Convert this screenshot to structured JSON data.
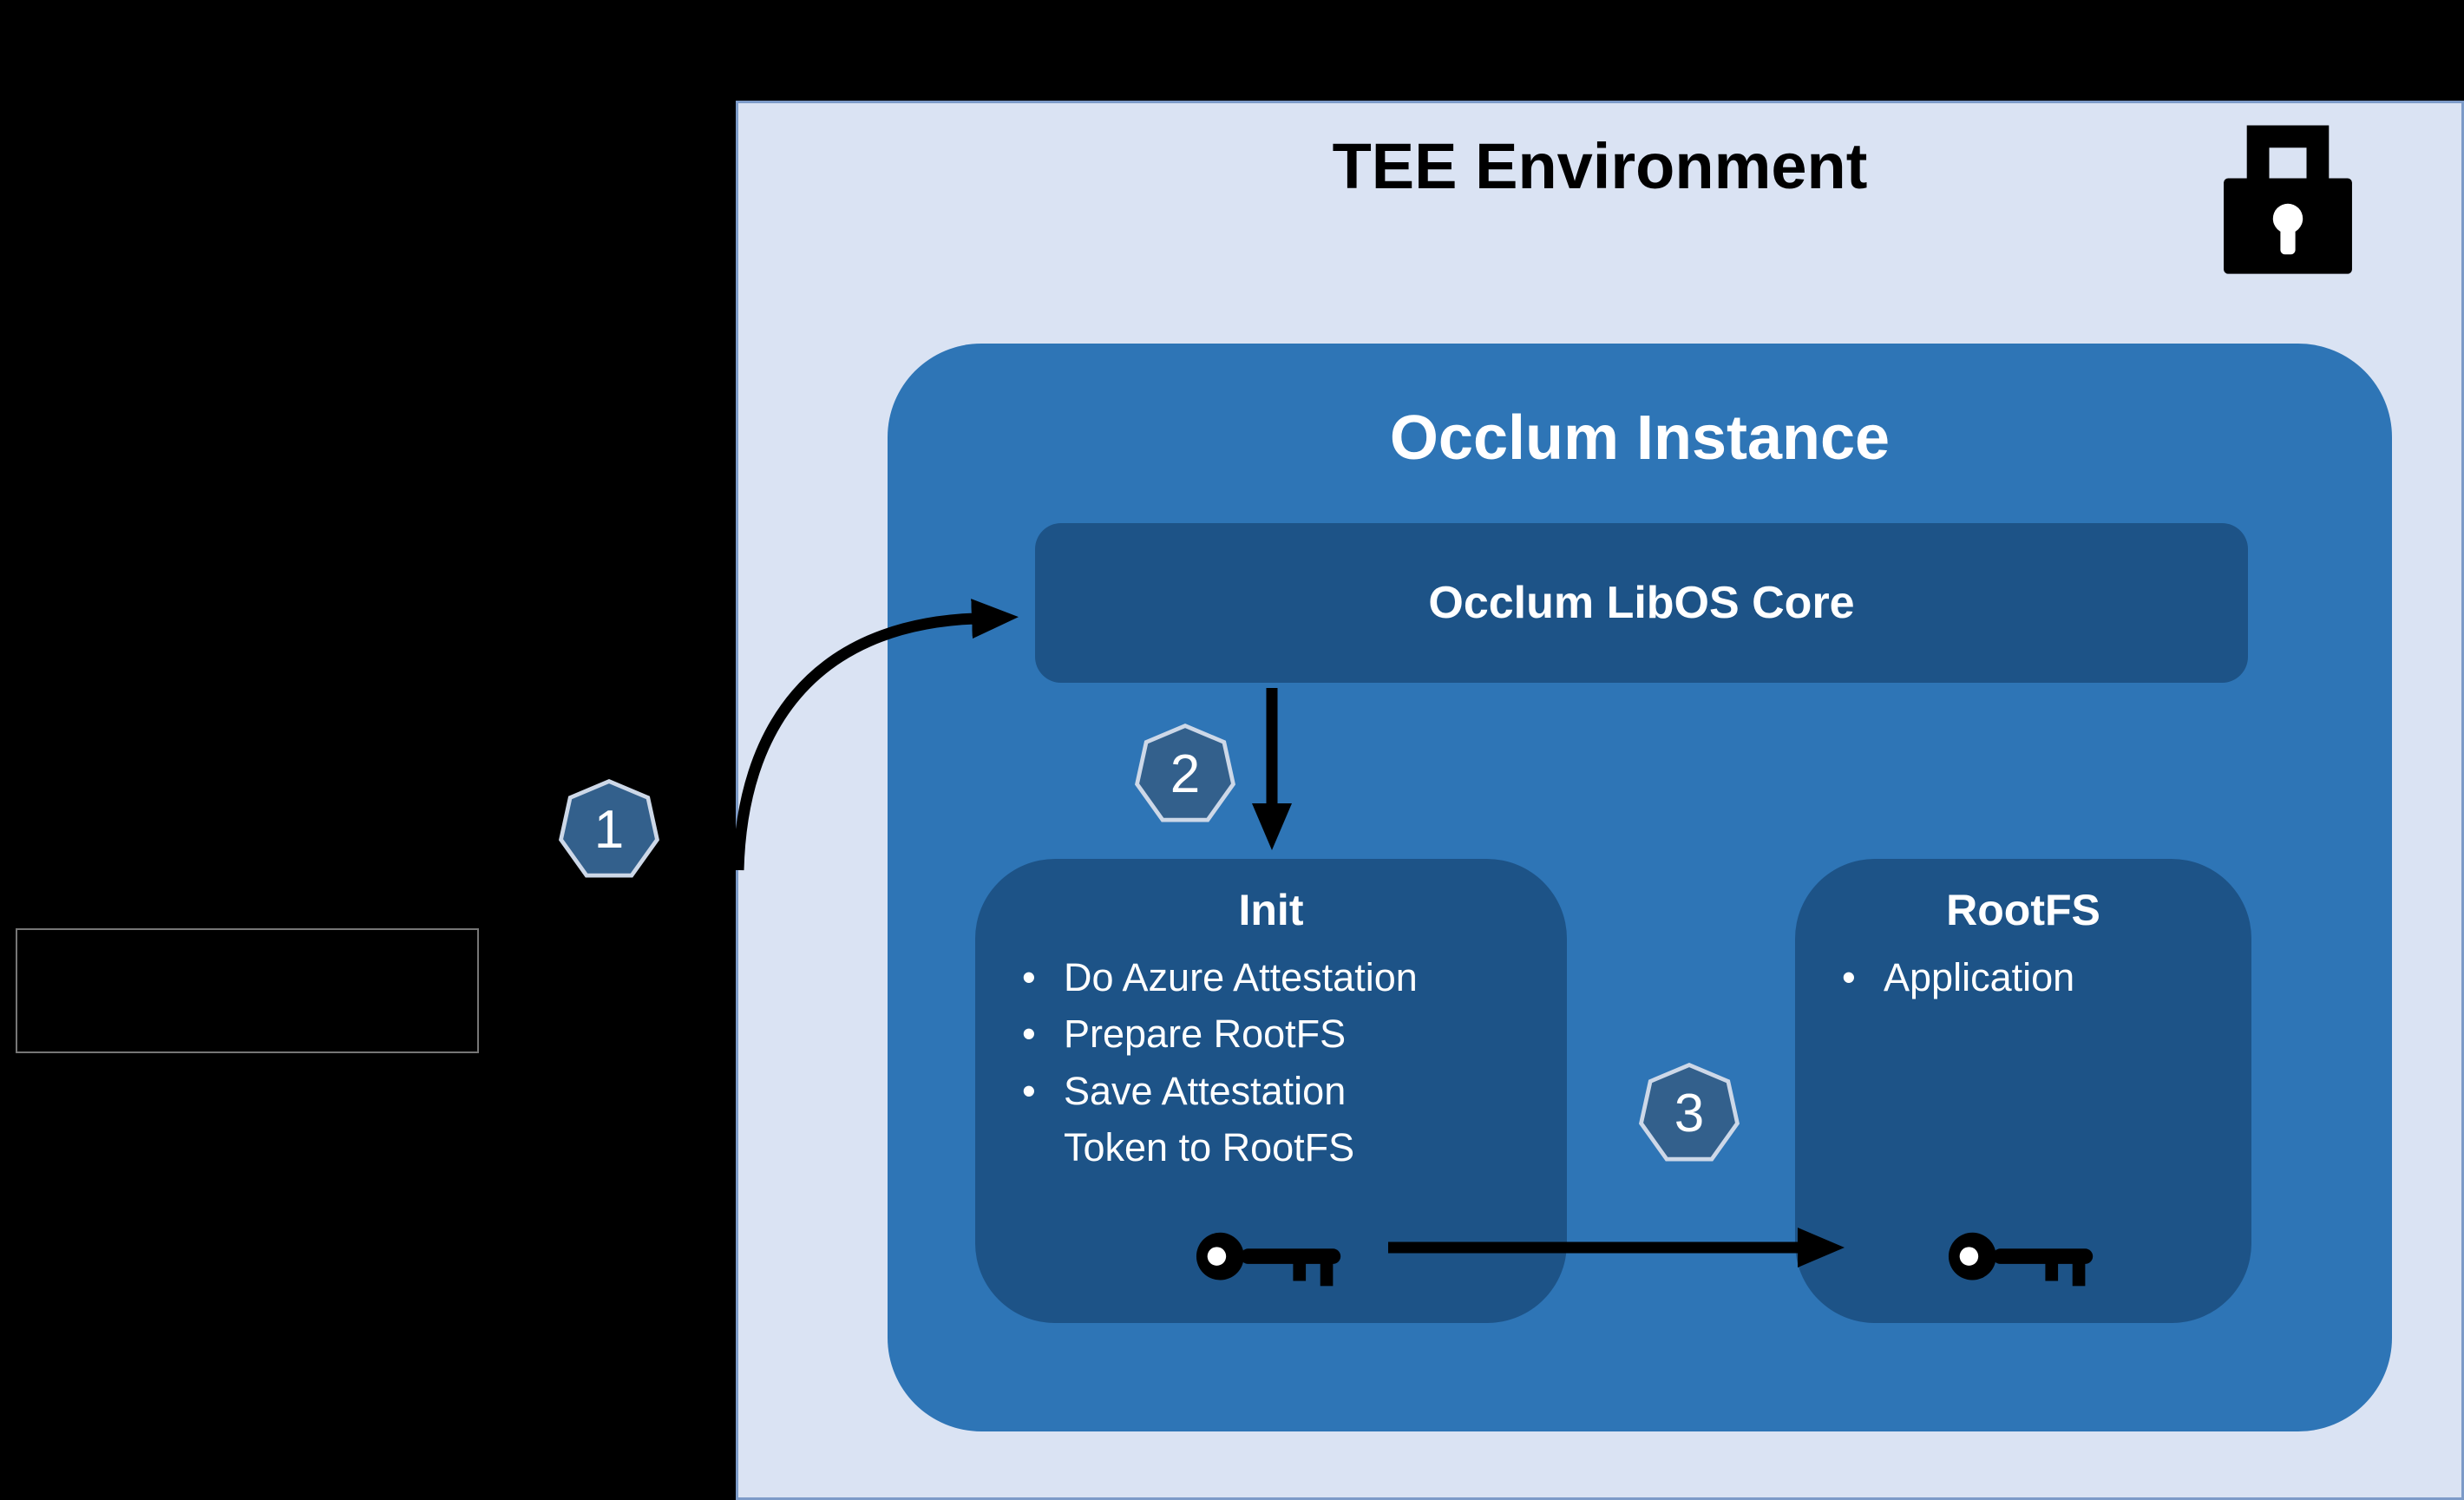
{
  "panel": {
    "title": "TEE Environment"
  },
  "instance": {
    "title": "Occlum Instance"
  },
  "libos": {
    "label": "Occlum LibOS Core"
  },
  "init": {
    "title": "Init",
    "bullets": [
      "Do Azure Attestation",
      "Prepare RootFS",
      "Save Attestation Token to RootFS"
    ]
  },
  "rootfs": {
    "title": "RootFS",
    "bullets": [
      "Application"
    ]
  },
  "badges": [
    {
      "label": "1"
    },
    {
      "label": "2"
    },
    {
      "label": "3"
    }
  ],
  "icons": {
    "lock": "padlock-icon",
    "init_key": "key-icon",
    "rootfs_key": "key-icon"
  },
  "colors": {
    "background": "#000000",
    "panel_background": "#dae3f3",
    "panel_border": "#7d9bc8",
    "instance_background": "#2e75b6",
    "inner_box_background": "#1d5387",
    "badge_fill": "#33608c",
    "badge_border": "#cdd8e8",
    "arrow": "#000000",
    "light_text": "#ffffff",
    "dark_text": "#000000"
  }
}
